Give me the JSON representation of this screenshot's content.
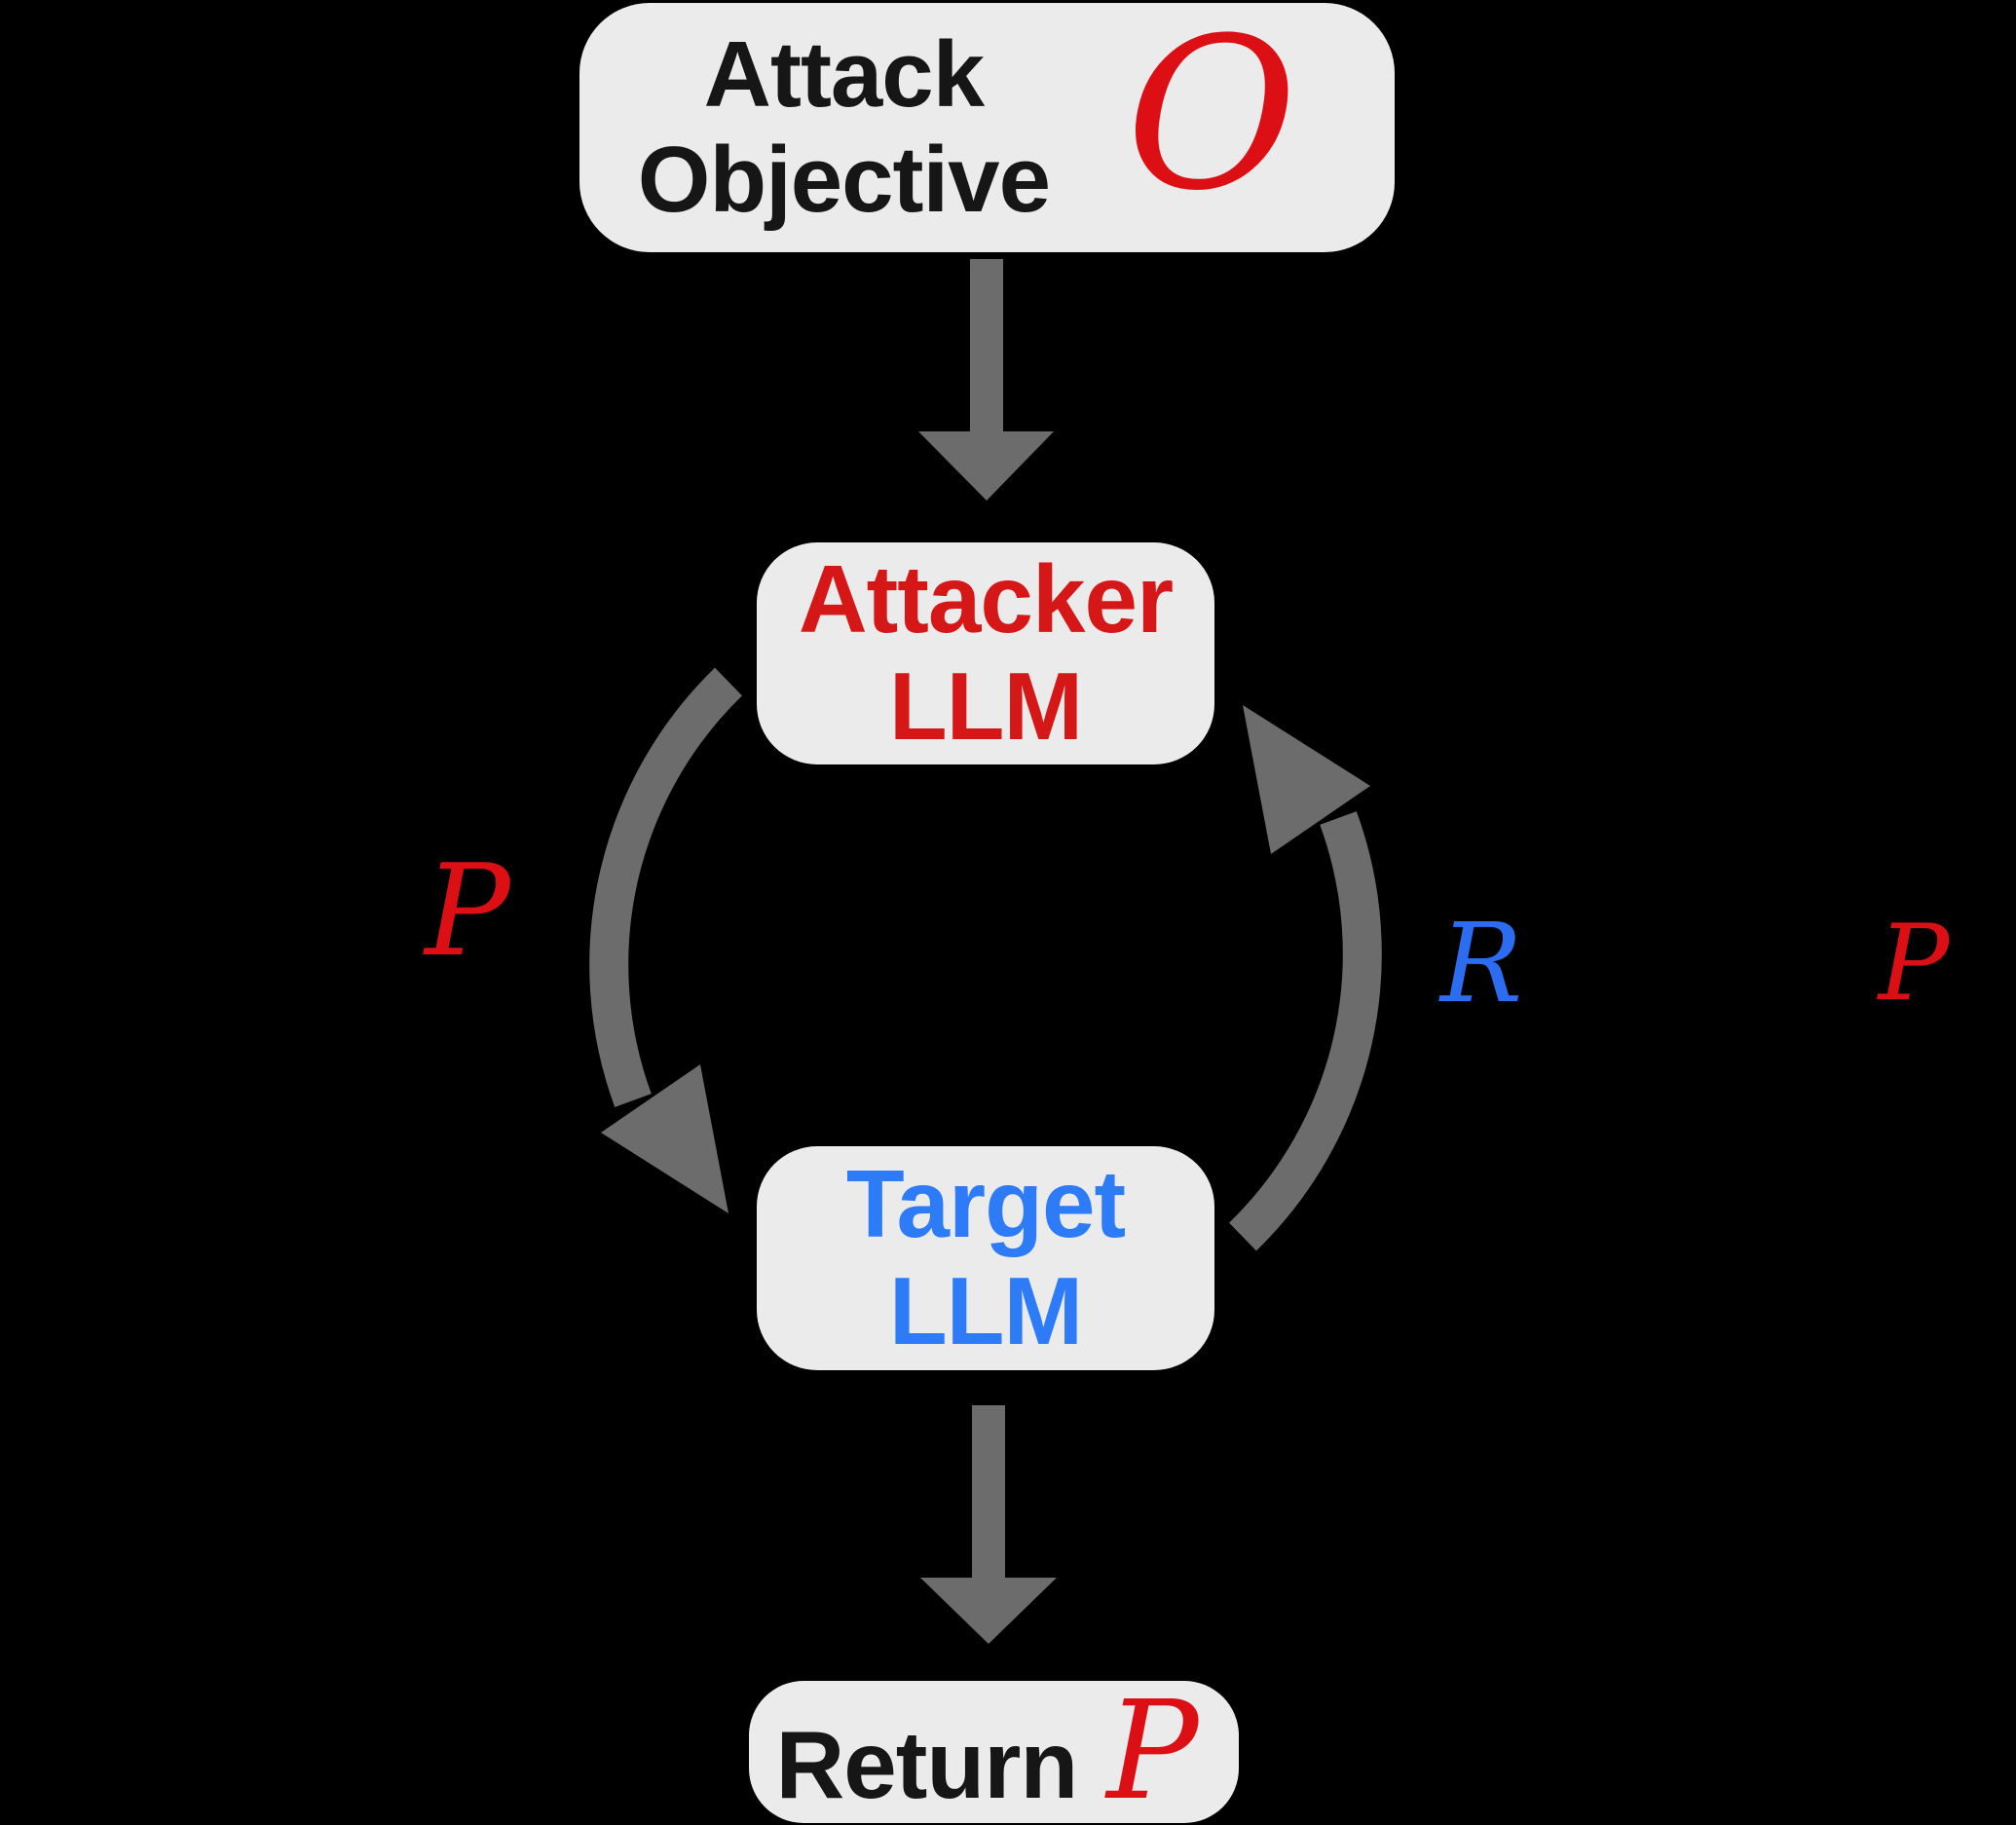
{
  "nodes": {
    "attack_objective": {
      "line1": "Attack",
      "line2": "Objective",
      "symbol": "O"
    },
    "attacker_llm": {
      "line1": "Attacker",
      "line2": "LLM"
    },
    "target_llm": {
      "line1": "Target",
      "line2": "LLM"
    },
    "return_box": {
      "label": "Return",
      "symbol": "P"
    }
  },
  "edge_labels": {
    "prompt_left": "P",
    "response_right": "R",
    "prompt_outer": "P"
  },
  "colors": {
    "background": "#000000",
    "box_fill": "#ebebeb",
    "arrow_gray": "#6c6c6c",
    "attacker_red": "#d51717",
    "target_blue": "#2e7bf7",
    "math_red": "#dc1014",
    "math_blue": "#2b6cf0",
    "text_dark": "#161616"
  }
}
